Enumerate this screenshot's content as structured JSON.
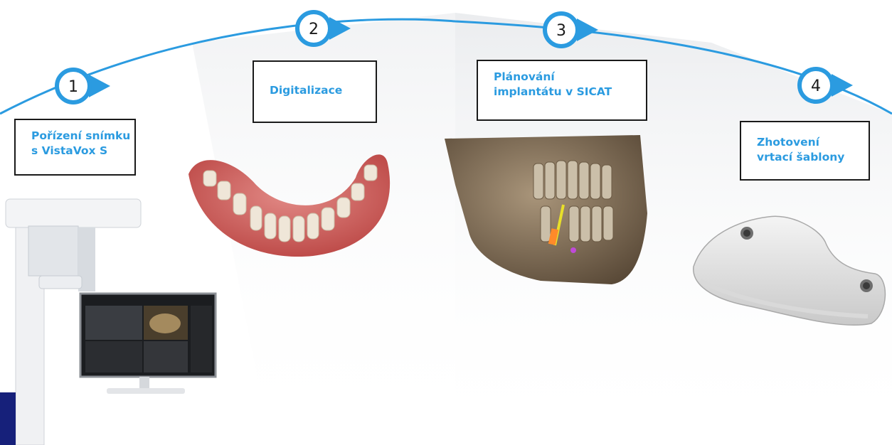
{
  "colors": {
    "arc": "#2b9be0",
    "label_text": "#2b9be0",
    "box_border": "#1a1a1a",
    "corner_block": "#16207a",
    "band": "#e9ebee"
  },
  "steps": [
    {
      "number": "1",
      "lines": [
        "Pořízení snímku",
        "s VistaVox S"
      ],
      "image": "cbct-scanner-with-monitor"
    },
    {
      "number": "2",
      "lines": [
        "Digitalizace"
      ],
      "image": "dental-arch-3d-scan"
    },
    {
      "number": "3",
      "lines": [
        "Plánování",
        "implantátu v SICAT"
      ],
      "image": "skull-3d-implant-planning"
    },
    {
      "number": "4",
      "lines": [
        "Zhotovení",
        "vrtací šablony"
      ],
      "image": "surgical-drill-guide"
    }
  ]
}
